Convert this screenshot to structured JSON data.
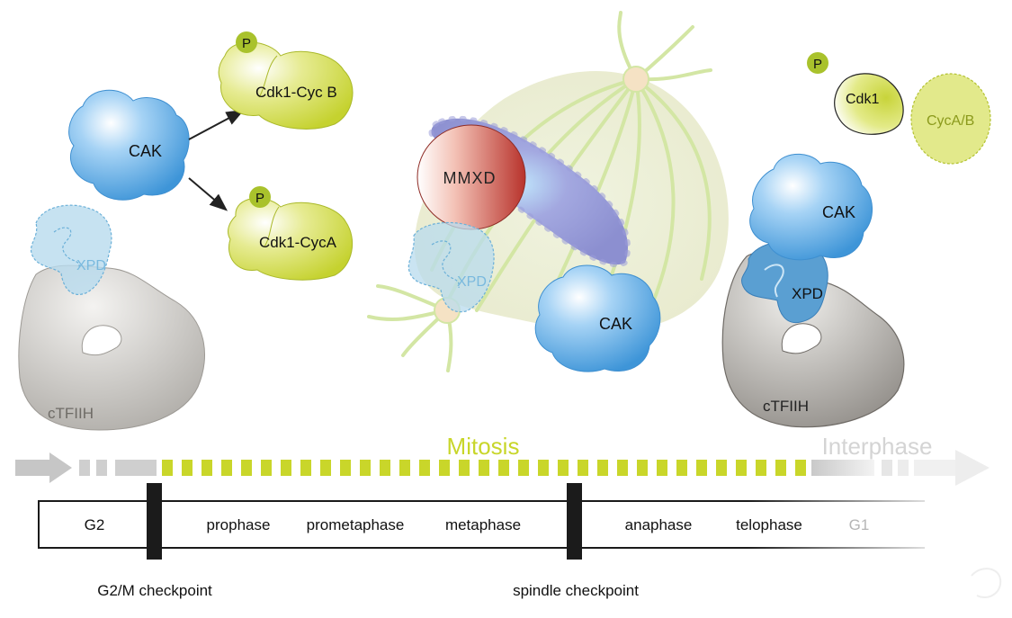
{
  "complexes": {
    "left": {
      "cak": "CAK",
      "xpd": "XPD",
      "ctfiih": "cTFIIH",
      "products": [
        {
          "phospho": "P",
          "label": "Cdk1-Cyc B"
        },
        {
          "phospho": "P",
          "label": "Cdk1-CycA"
        }
      ]
    },
    "middle": {
      "mmxd": "MMXD",
      "xpd": "XPD",
      "cak": "CAK"
    },
    "right": {
      "phospho": "P",
      "cdk1": "Cdk1",
      "cyc": "CycA/B",
      "cak": "CAK",
      "xpd": "XPD",
      "ctfiih": "cTFIIH"
    }
  },
  "timeline": {
    "mitosis_label": "Mitosis",
    "interphase_label": "Interphase",
    "phases": [
      "G2",
      "prophase",
      "prometaphase",
      "metaphase",
      "anaphase",
      "telophase",
      "G1"
    ],
    "checkpoints": [
      "G2/M checkpoint",
      "spindle checkpoint"
    ]
  },
  "colors": {
    "cak_blue": "#5aa9e6",
    "cdk_yellow": "#c9d63a",
    "phospho_green": "#a8c22b",
    "mmxd_red": "#c0403a",
    "ctfiih_gray": "#b9b7b3",
    "xpd_light": "#a9d4ea",
    "mitosis_yellow": "#c8d62a",
    "spindle_green": "#d9e8b0",
    "chromosome_purple": "#9f9fd6"
  }
}
